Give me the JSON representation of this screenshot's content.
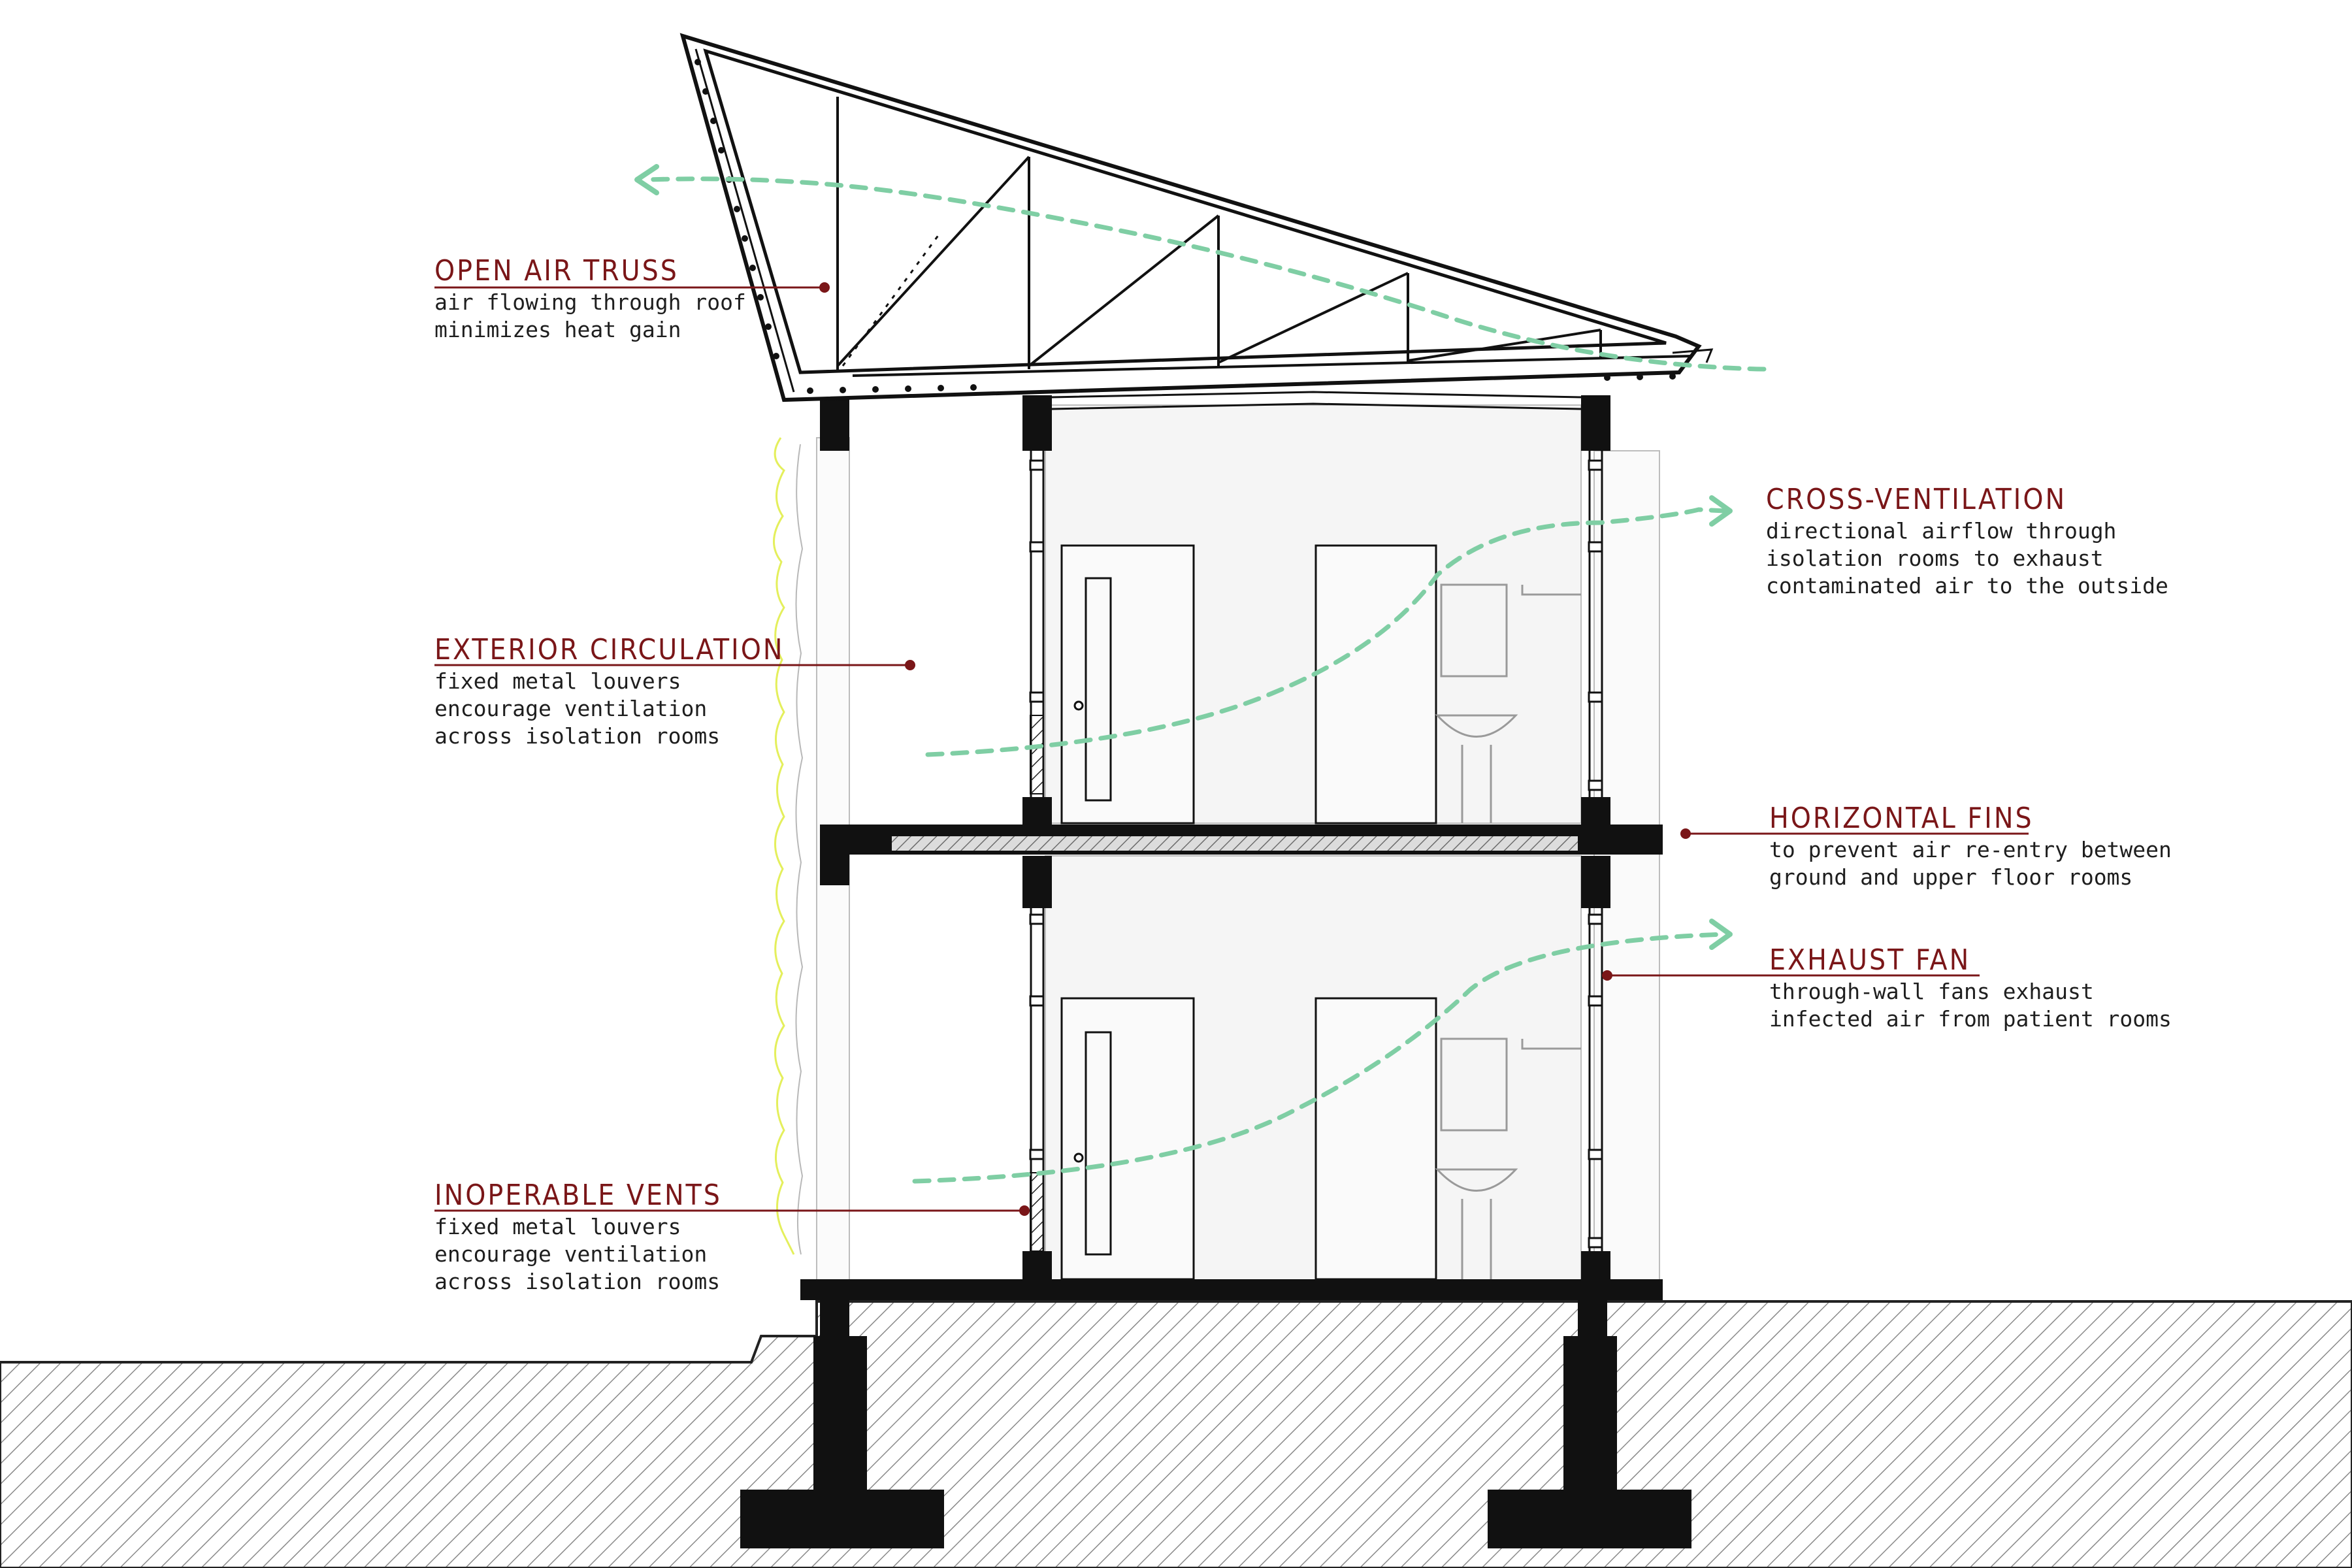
{
  "annotations": [
    {
      "key": "open-air-truss",
      "title": "OPEN AIR TRUSS",
      "lines": [
        "air flowing through roof",
        "minimizes heat gain"
      ]
    },
    {
      "key": "cross-ventilation",
      "title": "CROSS-VENTILATION",
      "lines": [
        "directional airflow through",
        "isolation rooms to exhaust",
        "contaminated air to the outside"
      ]
    },
    {
      "key": "exterior-circulation",
      "title": "EXTERIOR CIRCULATION",
      "lines": [
        "fixed metal louvers",
        "encourage ventilation",
        "across isolation rooms"
      ]
    },
    {
      "key": "horizontal-fins",
      "title": "HORIZONTAL FINS",
      "lines": [
        "to prevent air re-entry between",
        "ground and upper floor rooms"
      ]
    },
    {
      "key": "exhaust-fan",
      "title": "EXHAUST FAN",
      "lines": [
        "through-wall fans exhaust",
        "infected air from patient rooms"
      ]
    },
    {
      "key": "inoperable-vents",
      "title": "INOPERABLE VENTS",
      "lines": [
        "fixed metal louvers",
        "encourage ventilation",
        "across isolation rooms"
      ]
    }
  ],
  "colors": {
    "annotation_title": "#7a1618",
    "leader_line": "#7a1618",
    "airflow": "#7fcea4",
    "vegetation": "#e4ef5c",
    "structure": "#111111",
    "ground_hatch": "#888888",
    "room_fill": "#f4f4f4"
  },
  "icons": {
    "airflow_arrow": "arrow-icon",
    "anchor_dot": "dot-icon"
  }
}
